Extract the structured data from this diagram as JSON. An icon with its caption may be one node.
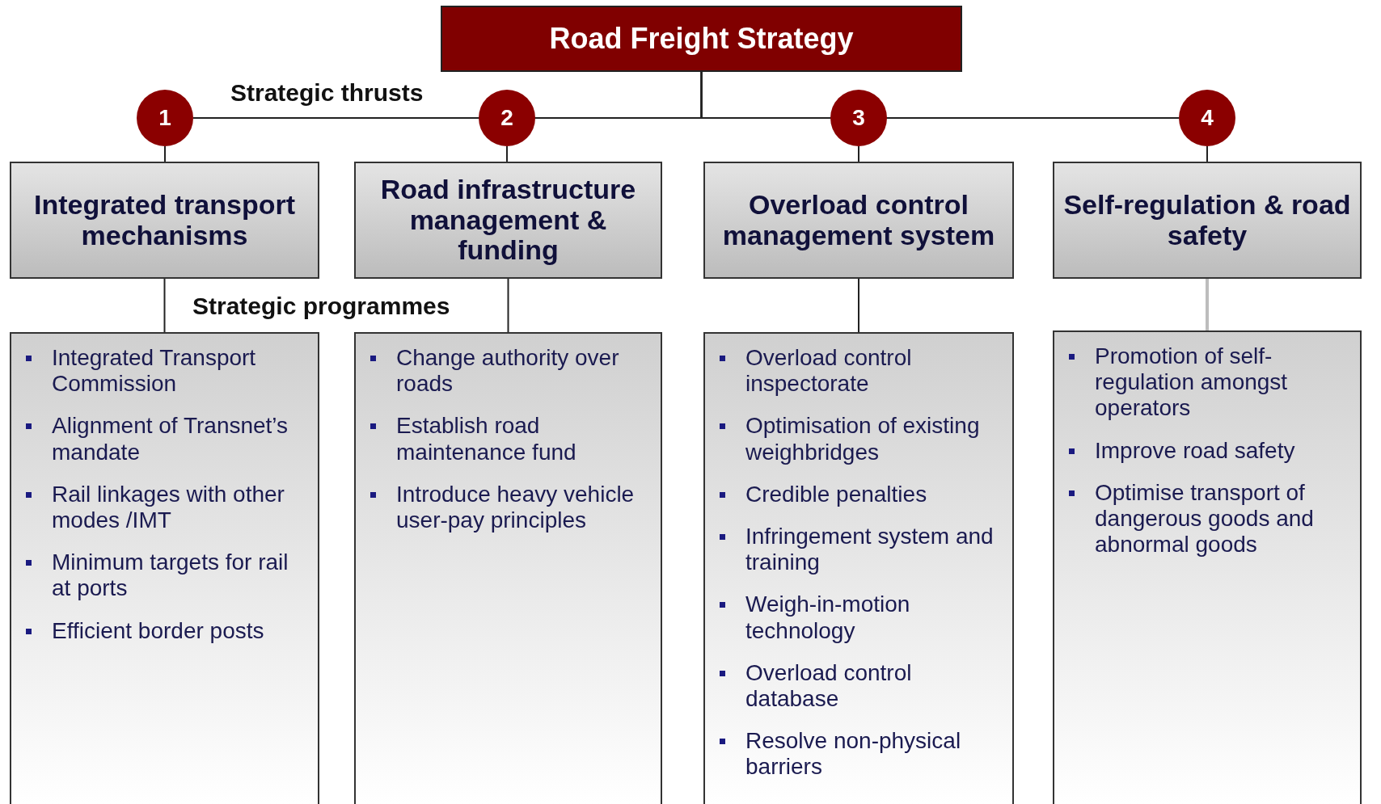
{
  "diagram": {
    "title": "Road Freight Strategy",
    "nodes": [
      {
        "text": [
          "1"
        ]
      },
      {
        "text": [
          "2"
        ]
      },
      {
        "text": [
          "3"
        ]
      },
      {
        "text": [
          "4"
        ]
      },
      {
        "text": [
          "Integrated transport mechanisms"
        ]
      },
      {
        "text": [
          "Road infrastructure management & funding"
        ]
      },
      {
        "text": [
          "Overload control management system"
        ]
      },
      {
        "text": [
          "Self-regulation & road safety"
        ]
      },
      {
        "text": [
          "Integrated Transport Commission",
          "Alignment of Transnet’s mandate",
          "Rail linkages with other modes /IMT",
          "Minimum targets for rail at ports",
          "Efficient border posts"
        ]
      },
      {
        "text": [
          "Change authority over roads",
          "Establish road maintenance fund",
          "Introduce heavy vehicle user-pay principles"
        ]
      },
      {
        "text": [
          "Overload control inspectorate",
          "Optimisation of existing weighbridges",
          "Credible penalties",
          "Infringement system and training",
          "Weigh-in-motion technology",
          "Overload control database",
          "Resolve non-physical barriers"
        ]
      },
      {
        "text": [
          "Promotion of self-regulation amongst operators",
          "Improve road safety",
          "Optimise transport of dangerous goods and abnormal goods"
        ]
      }
    ],
    "edges": [
      {
        "from": null,
        "to": 0,
        "arrow": "none"
      },
      {
        "from": null,
        "to": 1,
        "arrow": "none"
      },
      {
        "from": null,
        "to": 2,
        "arrow": "none"
      },
      {
        "from": null,
        "to": 3,
        "arrow": "none"
      },
      {
        "from": 0,
        "to": 4,
        "arrow": "none"
      },
      {
        "from": 1,
        "to": 5,
        "arrow": "none"
      },
      {
        "from": 2,
        "to": 6,
        "arrow": "none"
      },
      {
        "from": 3,
        "to": 7,
        "arrow": "none"
      },
      {
        "from": 4,
        "to": 8,
        "arrow": "none"
      },
      {
        "from": 5,
        "to": 9,
        "arrow": "none"
      },
      {
        "from": 6,
        "to": 10,
        "arrow": "none"
      },
      {
        "from": 7,
        "to": 11,
        "arrow": "none",
        "color": "#bdbdbd"
      }
    ],
    "labels": [
      "Strategic thrusts",
      "Strategic programmes"
    ]
  }
}
